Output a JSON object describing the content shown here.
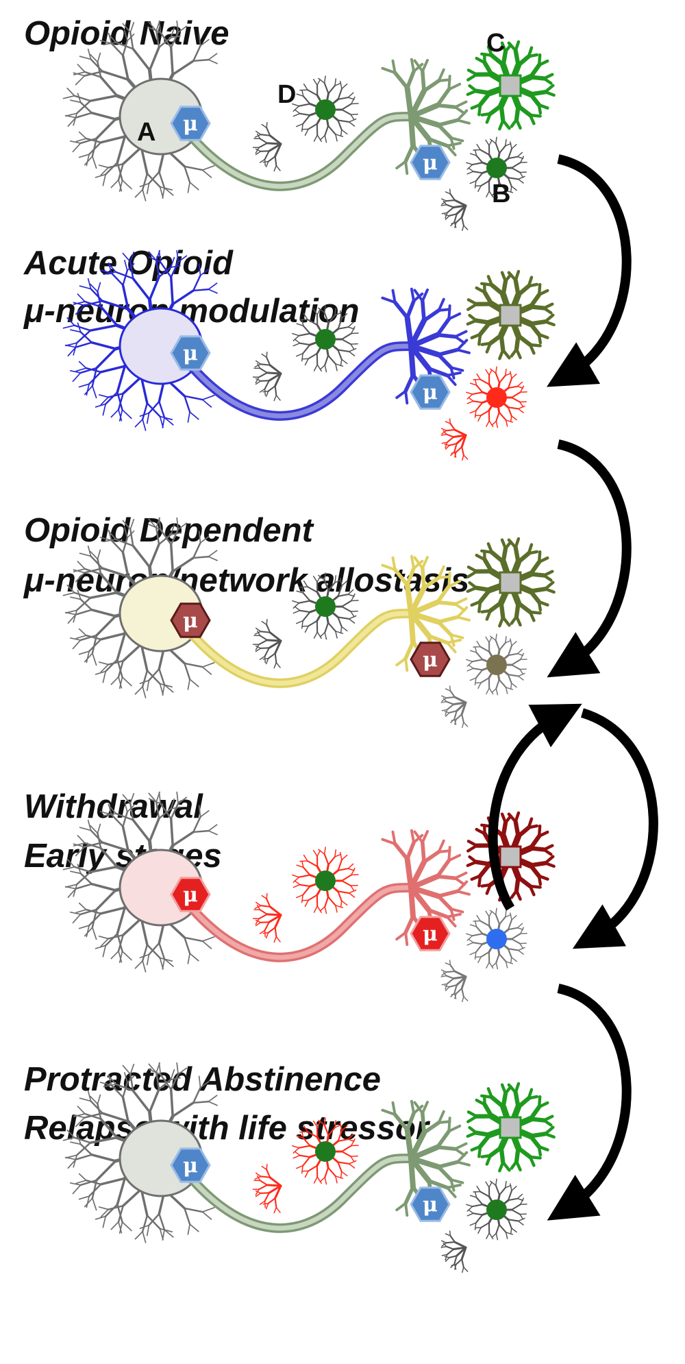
{
  "stages": [
    {
      "id": "naive",
      "lines": [
        "Opioid Naive"
      ],
      "neuron_a_color": "#6f6f6f",
      "neuron_a_fill": "#dfe3dc",
      "axon_color": "#7d9a72",
      "axon_fill": "#c9d6c2",
      "neuron_d_color": "#555555",
      "neuron_d_soma": "#1f7a1f",
      "glia_c_color": "#1f9a1f",
      "neuron_b_color": "#555555",
      "neuron_b_soma": "#1f7a1f",
      "receptor_fill": "#4f86c9",
      "receptor_text": "#ffffff",
      "receptor_stroke": "#9bbbe6"
    },
    {
      "id": "acute",
      "lines": [
        "Acute Opioid",
        "μ-neuron modulation"
      ],
      "neuron_a_color": "#2a2ad6",
      "neuron_a_fill": "#e4e2f4",
      "axon_color": "#3a3ad6",
      "axon_fill": "#8a8ae0",
      "neuron_d_color": "#555555",
      "neuron_d_soma": "#1f7a1f",
      "glia_c_color": "#5b6e2a",
      "neuron_b_color": "#ff2a1a",
      "neuron_b_soma": "#ff2a1a",
      "receptor_fill": "#4f86c9",
      "receptor_text": "#ffffff",
      "receptor_stroke": "#9bbbe6"
    },
    {
      "id": "dependent",
      "lines": [
        "Opioid Dependent",
        "μ-neuron/network allostasis"
      ],
      "neuron_a_color": "#6f6f6f",
      "neuron_a_fill": "#f6f2d4",
      "axon_color": "#e0d060",
      "axon_fill": "#f0e79a",
      "neuron_d_color": "#555555",
      "neuron_d_soma": "#1f7a1f",
      "glia_c_color": "#5b6e2a",
      "neuron_b_color": "#777777",
      "neuron_b_soma": "#7b7350",
      "receptor_fill": "#a84a4a",
      "receptor_text": "#ffffff",
      "receptor_stroke": "#5a1a1a"
    },
    {
      "id": "withdrawal",
      "lines": [
        "Withdrawal",
        "Early stages"
      ],
      "neuron_a_color": "#6f6f6f",
      "neuron_a_fill": "#f8dede",
      "axon_color": "#e07070",
      "axon_fill": "#f0a8a8",
      "neuron_d_color": "#ff2a1a",
      "neuron_d_soma": "#1f7a1f",
      "glia_c_color": "#8e1010",
      "neuron_b_color": "#777777",
      "neuron_b_soma": "#2f6df0",
      "receptor_fill": "#e52020",
      "receptor_text": "#ffffff",
      "receptor_stroke": "#f0a0a0"
    },
    {
      "id": "protracted",
      "lines": [
        "Protracted Abstinence",
        "Relapse with life stressor"
      ],
      "neuron_a_color": "#6f6f6f",
      "neuron_a_fill": "#dfe3dc",
      "axon_color": "#7d9a72",
      "axon_fill": "#c9d6c2",
      "neuron_d_color": "#ff2a1a",
      "neuron_d_soma": "#1f7a1f",
      "glia_c_color": "#1f9a1f",
      "neuron_b_color": "#555555",
      "neuron_b_soma": "#1f7a1f",
      "receptor_fill": "#4f86c9",
      "receptor_text": "#ffffff",
      "receptor_stroke": "#9bbbe6"
    }
  ],
  "receptor_symbol": "μ",
  "letters": {
    "a": "A",
    "b": "B",
    "c": "C",
    "d": "D"
  },
  "arrow_color": "#000000"
}
